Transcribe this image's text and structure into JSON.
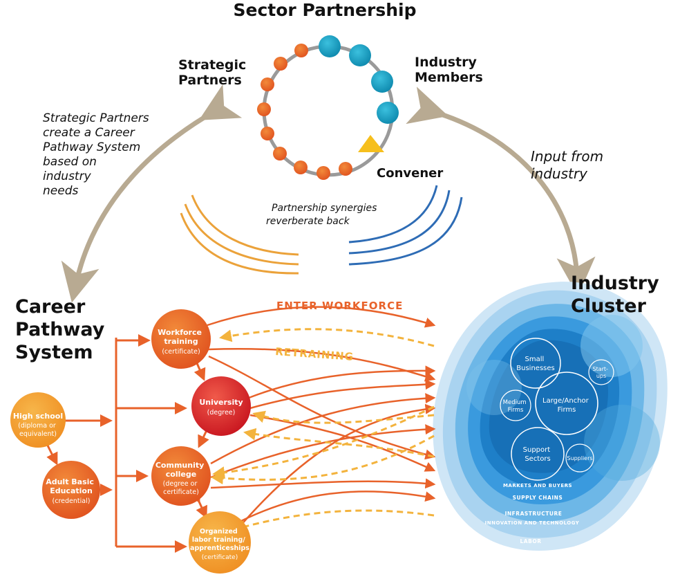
{
  "title": "Sector Partnership",
  "top": {
    "strategic_partners": [
      "Strategic",
      "Partners"
    ],
    "industry_members": [
      "Industry",
      "Members"
    ],
    "convener": "Convener",
    "synergy_note": [
      "Partnership synergies",
      "reverberate back"
    ]
  },
  "left_note": [
    "Strategic Partners",
    "create a Career",
    "Pathway System",
    "based on",
    "industry",
    "needs"
  ],
  "right_note": [
    "Input from",
    "industry"
  ],
  "career_title": [
    "Career",
    "Pathway",
    "System"
  ],
  "cluster_title": [
    "Industry",
    "Cluster"
  ],
  "flows": {
    "enter": "ENTER WORKFORCE",
    "retraining": "RETRAINING"
  },
  "nodes": {
    "high_school": {
      "title": "High school",
      "sub": [
        "(diploma or",
        "equivalent)"
      ]
    },
    "adult_ed": {
      "title": [
        "Adult Basic",
        "Education"
      ],
      "sub": "(credential)"
    },
    "workforce": {
      "title": [
        "Workforce",
        "training"
      ],
      "sub": "(certificate)"
    },
    "university": {
      "title": "University",
      "sub": "(degree)"
    },
    "community": {
      "title": [
        "Community",
        "college"
      ],
      "sub": [
        "(degree or",
        "certificate)"
      ]
    },
    "labor": {
      "title": [
        "Organized",
        "labor training/",
        "apprenticeships"
      ],
      "sub": "(certificate)"
    }
  },
  "cluster": {
    "small": [
      "Small",
      "Businesses"
    ],
    "startups": [
      "Start-",
      "ups"
    ],
    "medium": [
      "Medium",
      "Firms"
    ],
    "anchor": [
      "Large/Anchor",
      "Firms"
    ],
    "support": [
      "Support",
      "Sectors"
    ],
    "suppliers": "Suppliers",
    "rings": [
      "MARKETS AND BUYERS",
      "SUPPLY CHAINS",
      "INFRASTRUCTURE",
      "INNOVATION AND TECHNOLOGY",
      "LABOR"
    ]
  },
  "colors": {
    "orange": "#e8622a",
    "dot_orange": "#ec7a2c",
    "teal": "#1aa0c4",
    "gold": "#f3b33d",
    "red": "#d9262b",
    "tan": "#b8aa92"
  }
}
